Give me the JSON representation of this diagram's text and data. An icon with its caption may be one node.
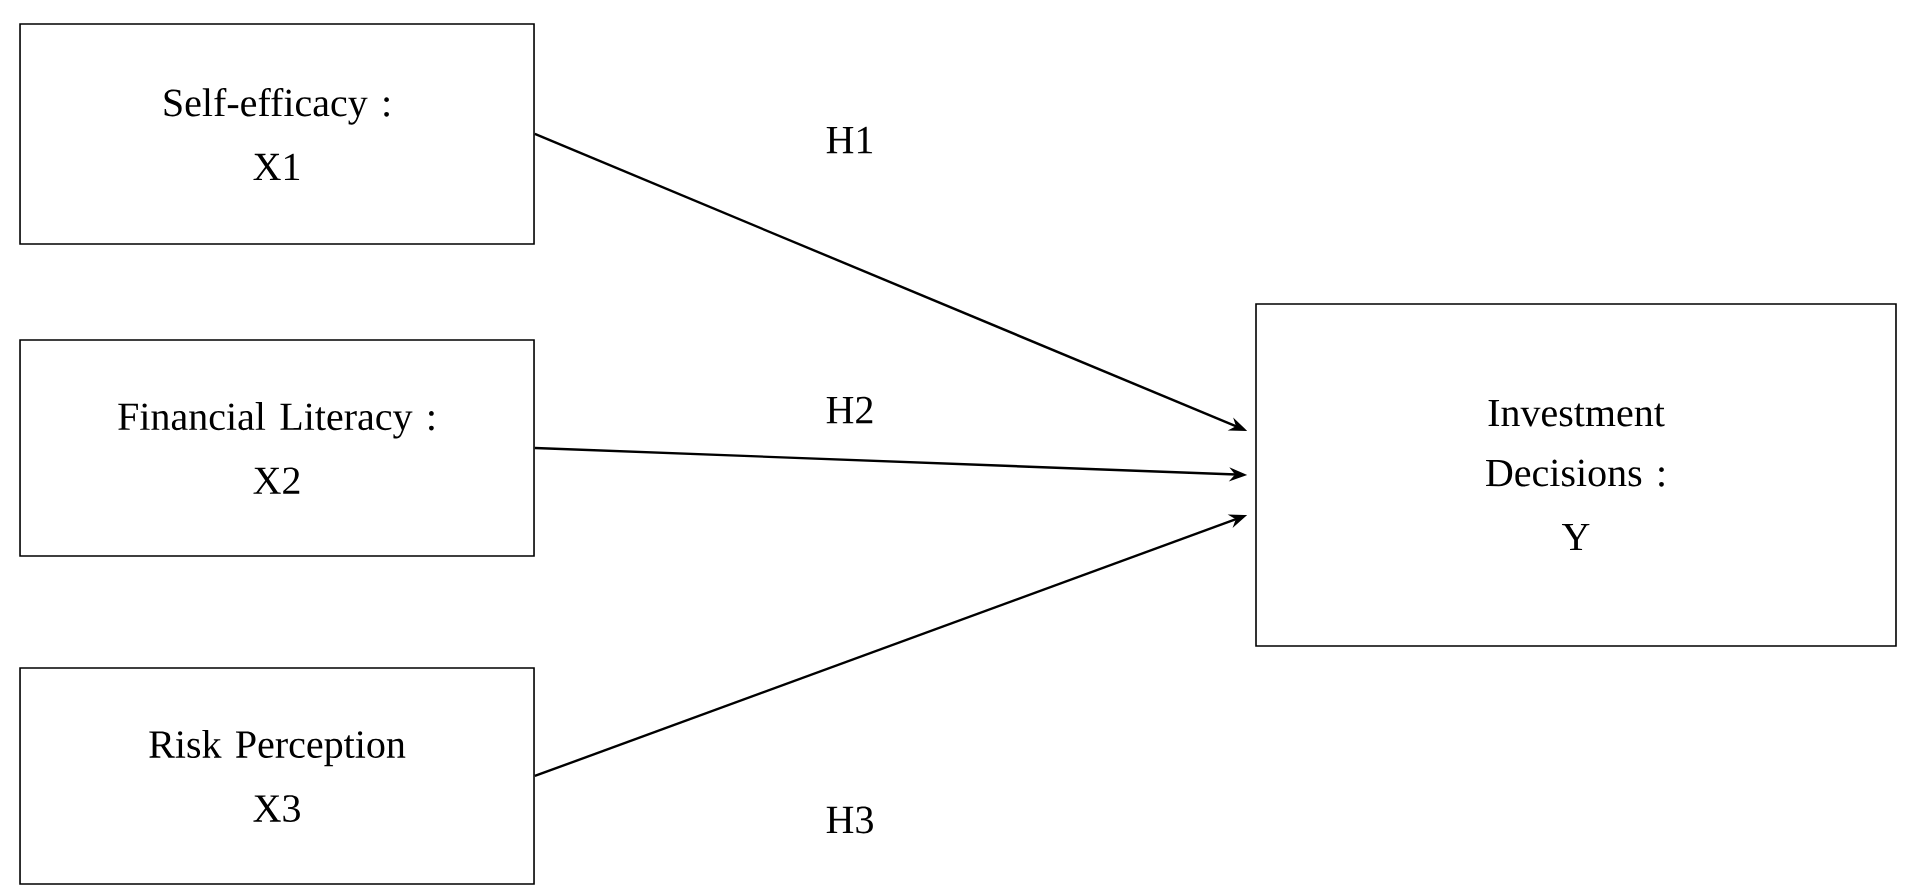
{
  "diagram": {
    "nodes": [
      {
        "text": [
          "Self-efficacy :",
          "X1"
        ]
      },
      {
        "text": [
          "Financial Literacy :",
          "X2"
        ]
      },
      {
        "text": [
          "Risk Perception",
          "X3"
        ]
      },
      {
        "text": [
          "Investment Decisions :",
          "Y"
        ]
      }
    ],
    "edges": [
      {
        "from": 0,
        "to": 3,
        "label": "H1",
        "arrow": "to"
      },
      {
        "from": 1,
        "to": 3,
        "label": "H2",
        "arrow": "to"
      },
      {
        "from": 2,
        "to": 3,
        "label": "H3",
        "arrow": "to"
      }
    ]
  }
}
